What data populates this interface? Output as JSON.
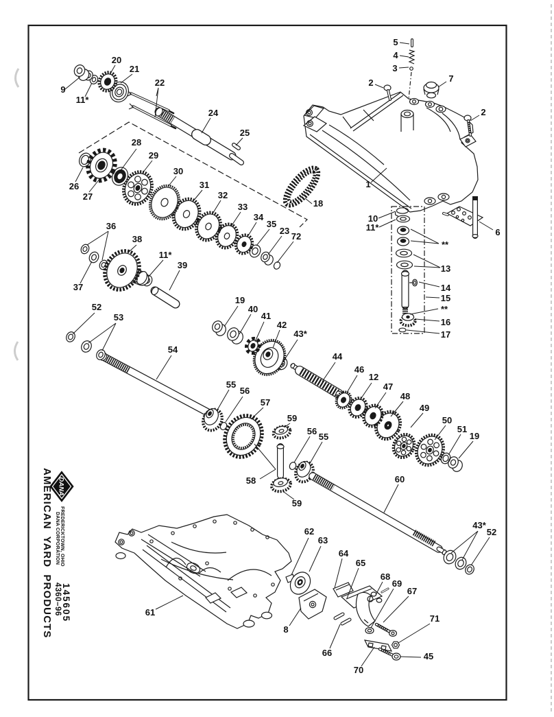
{
  "margin": {
    "company": "AMERICAN YARD PRODUCTS",
    "logo_text": "DANA",
    "corp_line1": "DANA CORPORATION",
    "corp_line2": "FREDERICKTOWN, OHIO",
    "model_number": "4360–96",
    "part_number": "145605"
  },
  "callouts": [
    {
      "label": "9"
    },
    {
      "label": "11*"
    },
    {
      "label": "20"
    },
    {
      "label": "21"
    },
    {
      "label": "22"
    },
    {
      "label": "24"
    },
    {
      "label": "25"
    },
    {
      "label": "26"
    },
    {
      "label": "27"
    },
    {
      "label": "28"
    },
    {
      "label": "29"
    },
    {
      "label": "30"
    },
    {
      "label": "31"
    },
    {
      "label": "32"
    },
    {
      "label": "33"
    },
    {
      "label": "34"
    },
    {
      "label": "35"
    },
    {
      "label": "23"
    },
    {
      "label": "72"
    },
    {
      "label": "18"
    },
    {
      "label": "5"
    },
    {
      "label": "4"
    },
    {
      "label": "3"
    },
    {
      "label": "2"
    },
    {
      "label": "7"
    },
    {
      "label": "2"
    },
    {
      "label": "1"
    },
    {
      "label": "10"
    },
    {
      "label": "11*"
    },
    {
      "label": "6"
    },
    {
      "label": "**"
    },
    {
      "label": "13"
    },
    {
      "label": "14"
    },
    {
      "label": "15"
    },
    {
      "label": "**"
    },
    {
      "label": "16"
    },
    {
      "label": "17"
    },
    {
      "label": "36"
    },
    {
      "label": "37"
    },
    {
      "label": "38"
    },
    {
      "label": "11*"
    },
    {
      "label": "39"
    },
    {
      "label": "52"
    },
    {
      "label": "53"
    },
    {
      "label": "54"
    },
    {
      "label": "19"
    },
    {
      "label": "40"
    },
    {
      "label": "41"
    },
    {
      "label": "42"
    },
    {
      "label": "43*"
    },
    {
      "label": "44"
    },
    {
      "label": "46"
    },
    {
      "label": "12"
    },
    {
      "label": "47"
    },
    {
      "label": "48"
    },
    {
      "label": "49"
    },
    {
      "label": "50"
    },
    {
      "label": "51"
    },
    {
      "label": "19"
    },
    {
      "label": "55"
    },
    {
      "label": "56"
    },
    {
      "label": "57"
    },
    {
      "label": "59"
    },
    {
      "label": "56"
    },
    {
      "label": "55"
    },
    {
      "label": "58"
    },
    {
      "label": "59"
    },
    {
      "label": "60"
    },
    {
      "label": "43*"
    },
    {
      "label": "52"
    },
    {
      "label": "61"
    },
    {
      "label": "62"
    },
    {
      "label": "63"
    },
    {
      "label": "64"
    },
    {
      "label": "65"
    },
    {
      "label": "68"
    },
    {
      "label": "69"
    },
    {
      "label": "67"
    },
    {
      "label": "8"
    },
    {
      "label": "66"
    },
    {
      "label": "71"
    },
    {
      "label": "45"
    },
    {
      "label": "70"
    }
  ]
}
